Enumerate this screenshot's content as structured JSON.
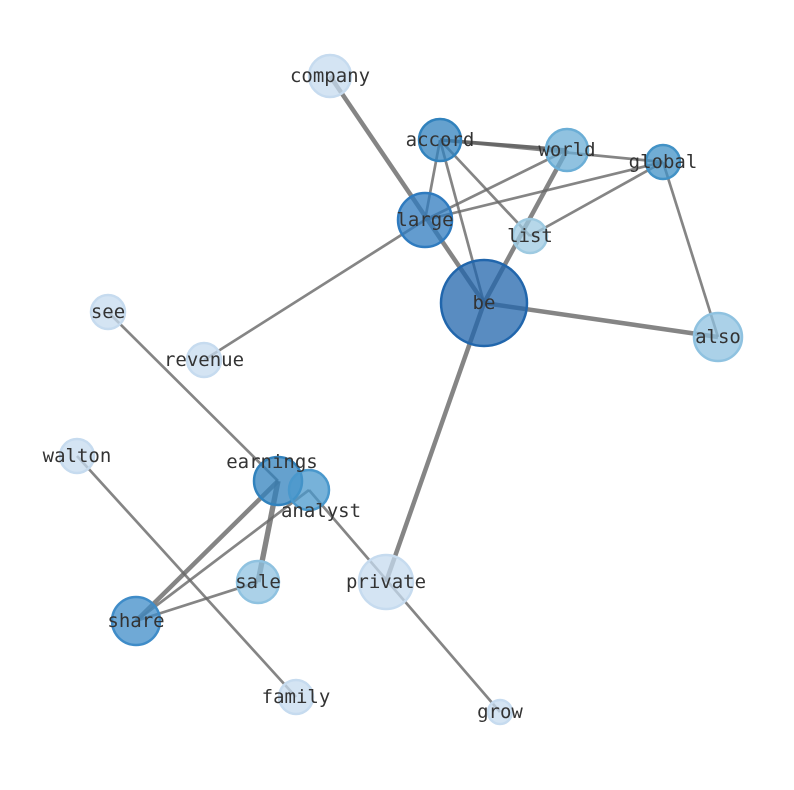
{
  "nodes": [
    {
      "id": "company",
      "label": "company",
      "color": "#c6dbef",
      "size": 21
    },
    {
      "id": "accord",
      "label": "accord",
      "color": "#3182bd",
      "size": 21
    },
    {
      "id": "world",
      "label": "world",
      "color": "#6baed6",
      "size": 21
    },
    {
      "id": "global",
      "label": "global",
      "color": "#4292c6",
      "size": 17
    },
    {
      "id": "large",
      "label": "large",
      "color": "#2f7bbf",
      "size": 27
    },
    {
      "id": "list",
      "label": "list",
      "color": "#9ecae1",
      "size": 17
    },
    {
      "id": "be",
      "label": "be",
      "color": "#2166ac",
      "size": 43
    },
    {
      "id": "also",
      "label": "also",
      "color": "#8fc2e0",
      "size": 24
    },
    {
      "id": "see",
      "label": "see",
      "color": "#c6dbef",
      "size": 17
    },
    {
      "id": "revenue",
      "label": "revenue",
      "color": "#c6dbef",
      "size": 17
    },
    {
      "id": "walton",
      "label": "walton",
      "color": "#c6dbef",
      "size": 17
    },
    {
      "id": "earnings",
      "label": "earnings",
      "color": "#3182bd",
      "size": 24
    },
    {
      "id": "analyst",
      "label": "analyst",
      "color": "#4a98cc",
      "size": 20
    },
    {
      "id": "sale",
      "label": "sale",
      "color": "#8fc2e0",
      "size": 21
    },
    {
      "id": "private",
      "label": "private",
      "color": "#c6dbef",
      "size": 27
    },
    {
      "id": "share",
      "label": "share",
      "color": "#3f8cc8",
      "size": 24
    },
    {
      "id": "family",
      "label": "family",
      "color": "#c6dbef",
      "size": 17
    },
    {
      "id": "grow",
      "label": "grow",
      "color": "#c6dbef",
      "size": 12
    }
  ],
  "edges": [
    {
      "source": "company",
      "target": "be",
      "weight": 5
    },
    {
      "source": "accord",
      "target": "world",
      "weight": 4
    },
    {
      "source": "accord",
      "target": "global",
      "weight": 3
    },
    {
      "source": "accord",
      "target": "large",
      "weight": 3
    },
    {
      "source": "accord",
      "target": "be",
      "weight": 3
    },
    {
      "source": "accord",
      "target": "list",
      "weight": 3
    },
    {
      "source": "world",
      "target": "large",
      "weight": 3
    },
    {
      "source": "world",
      "target": "be",
      "weight": 5
    },
    {
      "source": "global",
      "target": "large",
      "weight": 3
    },
    {
      "source": "global",
      "target": "list",
      "weight": 3
    },
    {
      "source": "global",
      "target": "also",
      "weight": 3
    },
    {
      "source": "large",
      "target": "revenue",
      "weight": 3
    },
    {
      "source": "be",
      "target": "also",
      "weight": 5
    },
    {
      "source": "be",
      "target": "private",
      "weight": 5
    },
    {
      "source": "see",
      "target": "earnings",
      "weight": 3
    },
    {
      "source": "analyst",
      "target": "grow",
      "weight": 3
    },
    {
      "source": "walton",
      "target": "family",
      "weight": 3
    },
    {
      "source": "earnings",
      "target": "share",
      "weight": 5
    },
    {
      "source": "earnings",
      "target": "sale",
      "weight": 6
    },
    {
      "source": "analyst",
      "target": "share",
      "weight": 3
    },
    {
      "source": "share",
      "target": "sale",
      "weight": 3
    }
  ]
}
